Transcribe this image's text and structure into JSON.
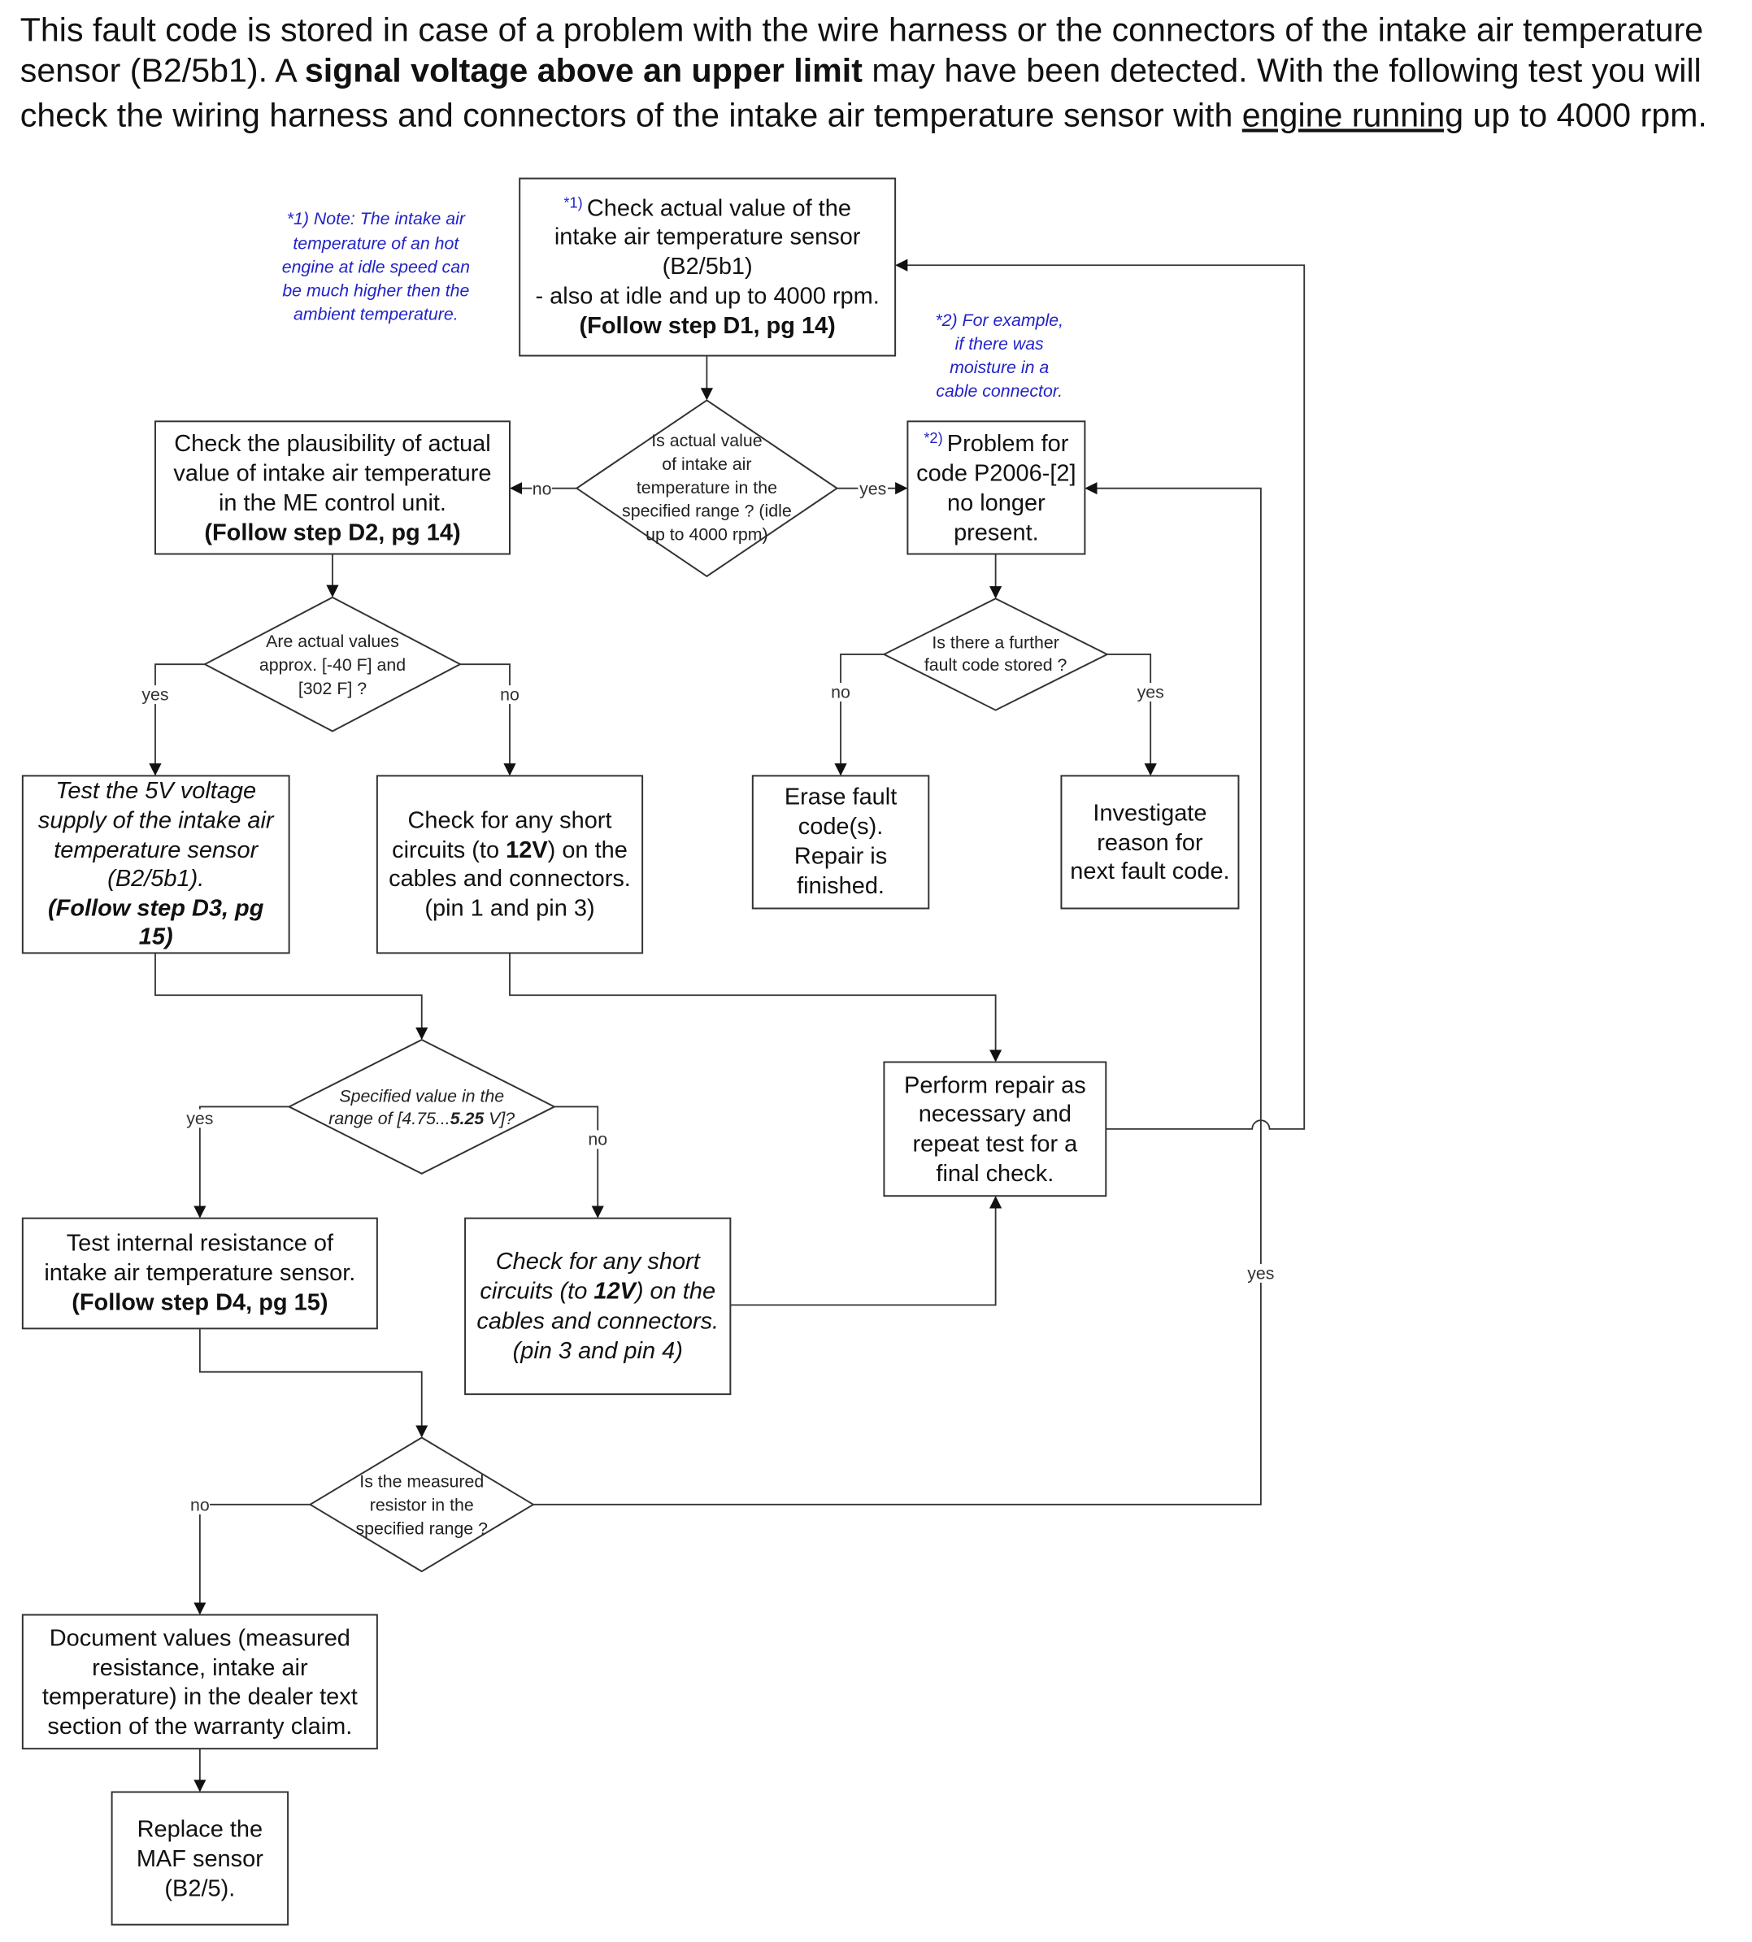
{
  "intro": {
    "lines": [
      [
        {
          "text": "This fault code is stored in case of a problem with the wire harness or the connectors of the intake air temperature"
        }
      ],
      [
        {
          "text": "sensor (B2/5b1). A "
        },
        {
          "text": "signal voltage above an upper limit",
          "bold": true
        },
        {
          "text": " may have been detected. With the following test you will"
        }
      ],
      [
        {
          "text": "check the wiring harness and connectors of the intake air temperature sensor with "
        },
        {
          "text": "engine running",
          "underline": true
        },
        {
          "text": " up to 4000 rpm."
        }
      ]
    ]
  },
  "notes": {
    "note1": [
      "*1) Note: The intake air",
      "temperature of an hot",
      "engine at idle speed can",
      "be much higher then the",
      "ambient temperature."
    ],
    "note2": [
      "*2) For example,",
      "if there was",
      "moisture in a",
      "cable connector."
    ]
  },
  "nodes": {
    "check_actual": [
      [
        {
          "text": "*1) ",
          "sup": true
        },
        {
          "text": "Check actual value of the"
        }
      ],
      [
        {
          "text": "intake air temperature sensor"
        }
      ],
      [
        {
          "text": "(B2/5b1)"
        }
      ],
      [
        {
          "text": "- also at idle and up to 4000 rpm."
        }
      ],
      [
        {
          "text": "(Follow step D1, pg 14)",
          "bold": true
        }
      ]
    ],
    "q_in_range": [
      "Is actual value",
      "of intake air",
      "temperature in the",
      "specified range ? (idle",
      "up to 4000 rpm)"
    ],
    "check_plausibility": [
      [
        {
          "text": "Check the plausibility of actual"
        }
      ],
      [
        {
          "text": "value of intake air temperature"
        }
      ],
      [
        {
          "text": "in the ME control unit."
        }
      ],
      [
        {
          "text": "(Follow step D2, pg 14)",
          "bold": true
        }
      ]
    ],
    "problem_gone": [
      [
        {
          "text": "*2) ",
          "sup": true
        },
        {
          "text": "Problem for"
        }
      ],
      [
        {
          "text": "code P2006-[2]"
        }
      ],
      [
        {
          "text": "no longer"
        }
      ],
      [
        {
          "text": "present."
        }
      ]
    ],
    "q_values_approx": [
      "Are actual values",
      "approx. [-40 F] and",
      "[302 F] ?"
    ],
    "q_further_code": [
      "Is there a further",
      "fault code stored ?"
    ],
    "test_5v": [
      [
        {
          "text": "Test the 5V voltage",
          "italic": true
        }
      ],
      [
        {
          "text": "supply of the intake air",
          "italic": true
        }
      ],
      [
        {
          "text": "temperature sensor",
          "italic": true
        }
      ],
      [
        {
          "text": "(B2/5b1).",
          "italic": true
        }
      ],
      [
        {
          "text": "(Follow step D3, pg",
          "italic": true,
          "bold": true
        }
      ],
      [
        {
          "text": "15)",
          "italic": true,
          "bold": true
        }
      ]
    ],
    "check_short_1_3": [
      [
        {
          "text": "Check for any short"
        }
      ],
      [
        {
          "text": "circuits (to "
        },
        {
          "text": "12V",
          "bold": true
        },
        {
          "text": ") on the"
        }
      ],
      [
        {
          "text": "cables and connectors."
        }
      ],
      [
        {
          "text": "(pin 1 and pin 3)"
        }
      ]
    ],
    "erase_codes": [
      [
        {
          "text": "Erase fault"
        }
      ],
      [
        {
          "text": "code(s)."
        }
      ],
      [
        {
          "text": "Repair is"
        }
      ],
      [
        {
          "text": "finished."
        }
      ]
    ],
    "investigate": [
      [
        {
          "text": "Investigate"
        }
      ],
      [
        {
          "text": "reason for"
        }
      ],
      [
        {
          "text": "next fault code."
        }
      ]
    ],
    "q_voltage_range": [
      [
        {
          "text": "Specified value in the",
          "italic": true
        }
      ],
      [
        {
          "text": "range of [4.75...",
          "italic": true
        },
        {
          "text": "5.25",
          "italic": true,
          "bold": true
        },
        {
          "text": " V]?",
          "italic": true
        }
      ]
    ],
    "perform_repair": [
      [
        {
          "text": "Perform repair as"
        }
      ],
      [
        {
          "text": "necessary and"
        }
      ],
      [
        {
          "text": "repeat test  for a"
        }
      ],
      [
        {
          "text": "final check."
        }
      ]
    ],
    "test_resistance": [
      [
        {
          "text": "Test internal resistance of"
        }
      ],
      [
        {
          "text": "intake air temperature sensor."
        }
      ],
      [
        {
          "text": "(Follow step D4, pg 15)",
          "bold": true
        }
      ]
    ],
    "check_short_3_4": [
      [
        {
          "text": "Check for any short",
          "italic": true
        }
      ],
      [
        {
          "text": "circuits (to ",
          "italic": true
        },
        {
          "text": "12V",
          "italic": true,
          "bold": true
        },
        {
          "text": ") on the",
          "italic": true
        }
      ],
      [
        {
          "text": "cables and connectors.",
          "italic": true
        }
      ],
      [
        {
          "text": "(pin 3 and pin 4)",
          "italic": true
        }
      ]
    ],
    "q_resistor_range": [
      "Is the measured",
      "resistor in the",
      "specified range ?"
    ],
    "document_values": [
      [
        {
          "text": "Document values (measured"
        }
      ],
      [
        {
          "text": "resistance, intake air"
        }
      ],
      [
        {
          "text": "temperature) in the dealer text"
        }
      ],
      [
        {
          "text": "section of the warranty claim."
        }
      ]
    ],
    "replace_maf": [
      [
        {
          "text": "Replace the"
        }
      ],
      [
        {
          "text": "MAF sensor"
        }
      ],
      [
        {
          "text": "(B2/5)."
        }
      ]
    ]
  },
  "labels": {
    "yes": "yes",
    "no": "no"
  },
  "colors": {
    "note": "#2323c8",
    "line": "#333333"
  }
}
